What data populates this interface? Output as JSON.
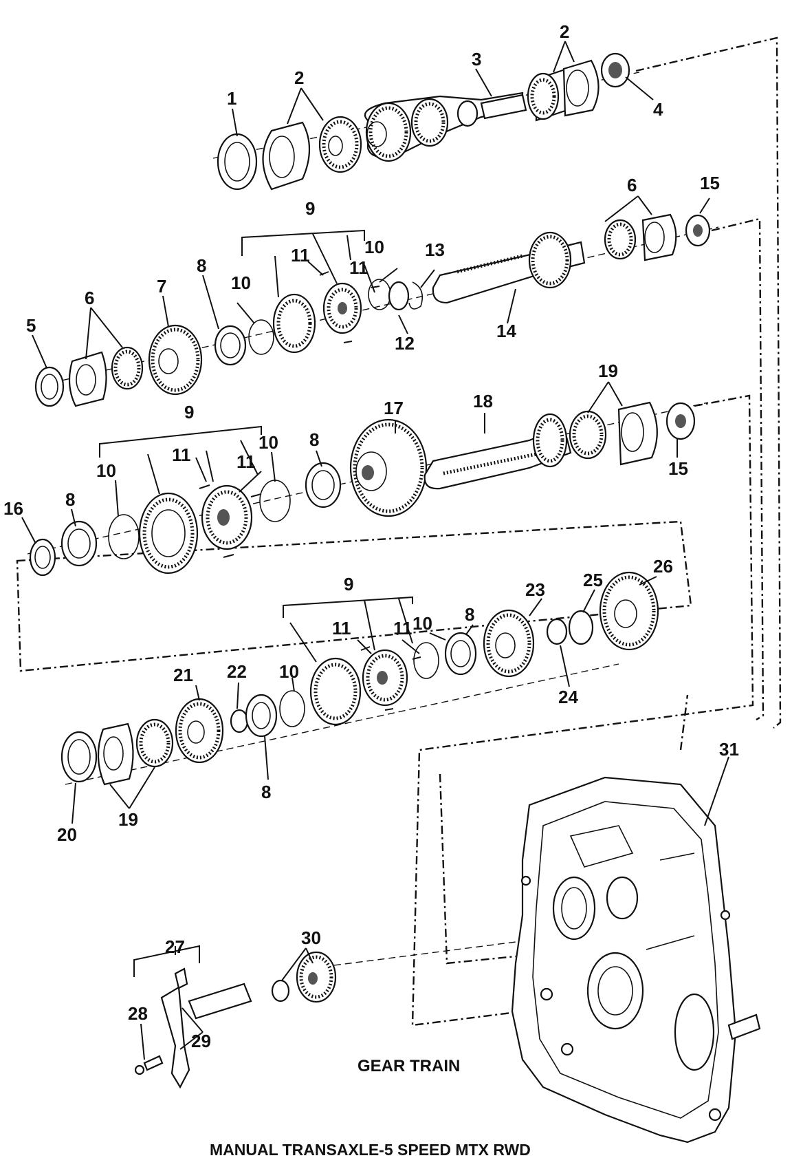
{
  "diagram": {
    "caption": "GEAR TRAIN",
    "title": "MANUAL TRANSAXLE-5 SPEED MTX RWD",
    "callouts": {
      "c1": "1",
      "c2a": "2",
      "c2b": "2",
      "c3": "3",
      "c4": "4",
      "c5": "5",
      "c6a": "6",
      "c6b": "6",
      "c7": "7",
      "c8a": "8",
      "c9a": "9",
      "c10a": "10",
      "c10b": "10",
      "c11a": "11",
      "c11b": "11",
      "c12": "12",
      "c13": "13",
      "c14": "14",
      "c15a": "15",
      "c16": "16",
      "c8b": "8",
      "c9b": "9",
      "c10c": "10",
      "c11c": "11",
      "c11d": "11",
      "c10d": "10",
      "c8c": "8",
      "c17": "17",
      "c18": "18",
      "c19a": "19",
      "c15b": "15",
      "c9c": "9",
      "c23": "23",
      "c25": "25",
      "c26": "26",
      "c8d": "8",
      "c10e": "10",
      "c11e": "11",
      "c11f": "11",
      "c10f": "10",
      "c24": "24",
      "c21": "21",
      "c22": "22",
      "c8e": "8",
      "c20": "20",
      "c19b": "19",
      "c31": "31",
      "c27": "27",
      "c28": "28",
      "c29": "29",
      "c30": "30"
    }
  }
}
